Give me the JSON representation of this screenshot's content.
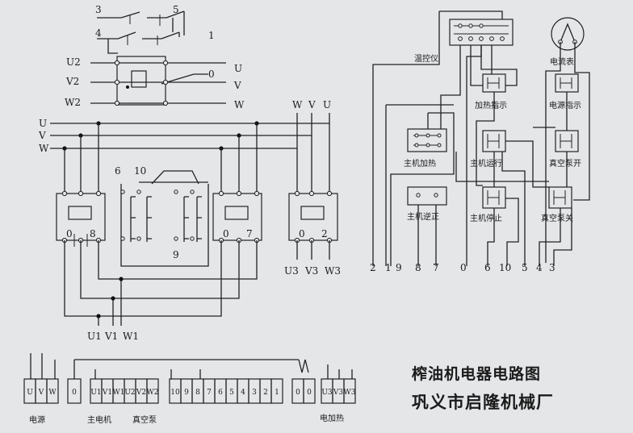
{
  "title": "榨油机电器电路图",
  "company": "巩义市启隆机械厂",
  "labels": {
    "sw3": "3",
    "sw5": "5",
    "sw4": "4",
    "sw1": "1",
    "in_u2": "U2",
    "in_v2": "V2",
    "in_w2": "W2",
    "out_u": "U",
    "out_v": "V",
    "out_w": "W",
    "out_0": "0",
    "bus_u": "U",
    "bus_v": "V",
    "bus_w": "W",
    "tr_w": "W",
    "tr_v": "V",
    "tr_u": "U",
    "c1_0": "0",
    "c1_8": "8",
    "c2_0": "0",
    "c2_7": "7",
    "c3_0": "0",
    "c3_2": "2",
    "sw6": "6",
    "sw10": "10",
    "sw9": "9",
    "u3": "U3",
    "v3": "V3",
    "w3": "W3",
    "u1": "U1",
    "v1": "V1",
    "w1": "W1",
    "temp_ctrl": "温控仪",
    "ammeter": "电流表",
    "heat_ind": "加热指示",
    "power_ind": "电源指示",
    "main_heat": "主机加热",
    "main_run": "主机运行",
    "vac_on": "真空泵开",
    "main_rev": "主机逆正",
    "main_stop": "主机停止",
    "vac_off": "真空泵关"
  },
  "bottom_numbers": [
    "2",
    "1",
    "9",
    "8",
    "7",
    "0",
    "6",
    "10",
    "5",
    "4",
    "3"
  ],
  "terminals": [
    "U",
    "V",
    "W",
    "0",
    "U1",
    "V1",
    "W1",
    "U2",
    "V2",
    "W2",
    "10",
    "9",
    "8",
    "7",
    "6",
    "5",
    "4",
    "3",
    "2",
    "1",
    "0",
    "0",
    "U3",
    "V3",
    "W3"
  ],
  "legend": {
    "power": "电源",
    "main_motor": "主电机",
    "vacuum_pump": "真空泵",
    "heater": "电加热"
  }
}
